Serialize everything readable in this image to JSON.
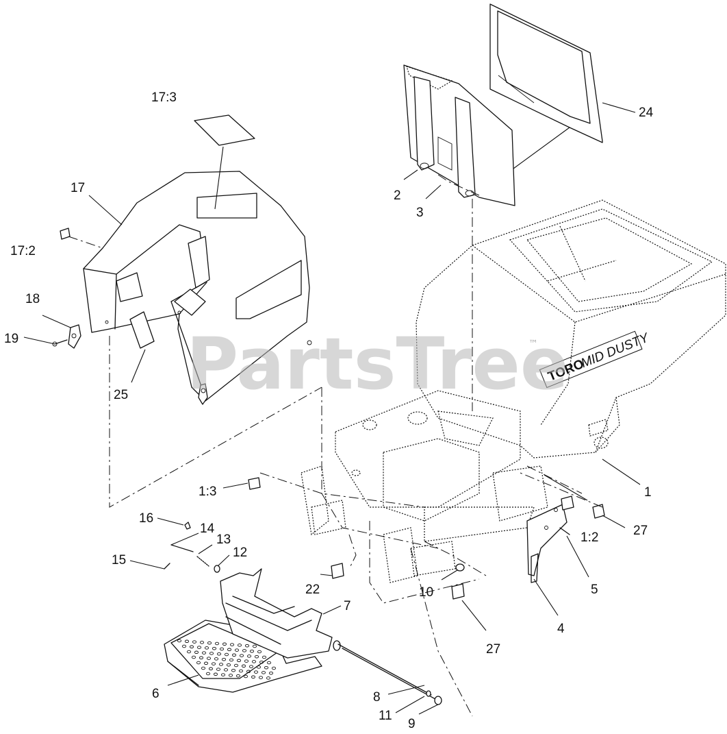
{
  "watermark": {
    "text": "PartsTree",
    "trademark": "™"
  },
  "brand_decal": {
    "text": "TORO",
    "model": "MID DUSTY"
  },
  "callouts": [
    {
      "id": "17-3",
      "text": "17:3"
    },
    {
      "id": "17",
      "text": "17"
    },
    {
      "id": "17-2",
      "text": "17:2"
    },
    {
      "id": "18",
      "text": "18"
    },
    {
      "id": "19",
      "text": "19"
    },
    {
      "id": "25",
      "text": "25"
    },
    {
      "id": "24",
      "text": "24"
    },
    {
      "id": "2",
      "text": "2"
    },
    {
      "id": "3",
      "text": "3"
    },
    {
      "id": "1",
      "text": "1"
    },
    {
      "id": "1-3",
      "text": "1:3"
    },
    {
      "id": "1-2",
      "text": "1:2"
    },
    {
      "id": "27a",
      "text": "27"
    },
    {
      "id": "16",
      "text": "16"
    },
    {
      "id": "14",
      "text": "14"
    },
    {
      "id": "13",
      "text": "13"
    },
    {
      "id": "12",
      "text": "12"
    },
    {
      "id": "15",
      "text": "15"
    },
    {
      "id": "22",
      "text": "22"
    },
    {
      "id": "10",
      "text": "10"
    },
    {
      "id": "5",
      "text": "5"
    },
    {
      "id": "7",
      "text": "7"
    },
    {
      "id": "4",
      "text": "4"
    },
    {
      "id": "27b",
      "text": "27"
    },
    {
      "id": "6",
      "text": "6"
    },
    {
      "id": "8",
      "text": "8"
    },
    {
      "id": "11",
      "text": "11"
    },
    {
      "id": "9",
      "text": "9"
    }
  ]
}
